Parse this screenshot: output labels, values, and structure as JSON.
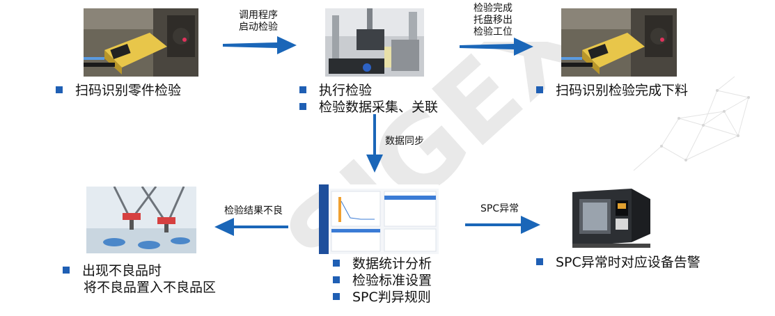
{
  "colors": {
    "accent": "#1a66b8",
    "bullet": "#1f5fb4",
    "text": "#111111"
  },
  "watermark_text": "SIGEX",
  "images": {
    "scanner_left": "scanner-camera-image",
    "inspection_station": "inspection-fixture-image",
    "scanner_right": "scanner-camera-image",
    "robot_picker": "delta-robot-image",
    "dashboard": "spc-dashboard-image",
    "cnc_machine": "cnc-lathe-image"
  },
  "steps": {
    "scan_part": {
      "items": [
        "扫码识别零件检验"
      ]
    },
    "execute": {
      "items": [
        "执行检验",
        "检验数据采集、关联"
      ]
    },
    "finish": {
      "items": [
        "扫码识别检验完成下料"
      ]
    },
    "reject": {
      "line1": "出现不良品时",
      "line2": "将不良品置入不良品区"
    },
    "analysis": {
      "items": [
        "数据统计分析",
        "检验标准设置",
        "SPC判异规则"
      ]
    },
    "alarm": {
      "items": [
        "SPC异常时对应设备告警"
      ]
    }
  },
  "arrows": {
    "call_program": {
      "lines": [
        "调用程序",
        "启动检验"
      ]
    },
    "finish_move": {
      "lines": [
        "检验完成",
        "托盘移出",
        "检验工位"
      ]
    },
    "data_sync": {
      "lines": [
        "数据同步"
      ]
    },
    "result_bad": {
      "lines": [
        "检验结果不良"
      ]
    },
    "spc_abnormal": {
      "lines": [
        "SPC异常"
      ]
    }
  }
}
